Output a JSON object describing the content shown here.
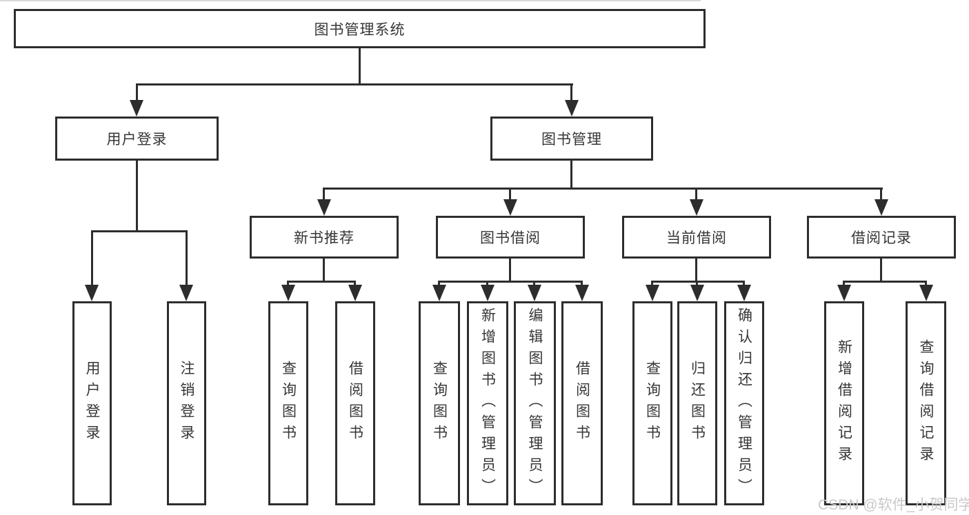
{
  "tree": {
    "root": {
      "label": "图书管理系统"
    },
    "branches": [
      {
        "label": "用户登录",
        "children": [
          {
            "label": "用户登录"
          },
          {
            "label": "注销登录"
          }
        ]
      },
      {
        "label": "图书管理",
        "children": [
          {
            "label": "新书推荐",
            "children": [
              {
                "label": "查询图书"
              },
              {
                "label": "借阅图书"
              }
            ]
          },
          {
            "label": "图书借阅",
            "children": [
              {
                "label": "查询图书"
              },
              {
                "label": "新增图书（管理员）"
              },
              {
                "label": "编辑图书（管理员）"
              },
              {
                "label": "借阅图书"
              }
            ]
          },
          {
            "label": "当前借阅",
            "children": [
              {
                "label": "查询图书"
              },
              {
                "label": "归还图书"
              },
              {
                "label": "确认归还（管理员）"
              }
            ]
          },
          {
            "label": "借阅记录",
            "children": [
              {
                "label": "新增借阅记录"
              },
              {
                "label": "查询借阅记录"
              }
            ]
          }
        ]
      }
    ]
  },
  "watermark": {
    "text": "CSDN @软件_小贺同学"
  },
  "colors": {
    "line": "#2d2d2d",
    "text": "#363636",
    "box_fill": "#ffffff",
    "background": "#ffffff",
    "watermark": "#c9c9c9"
  }
}
